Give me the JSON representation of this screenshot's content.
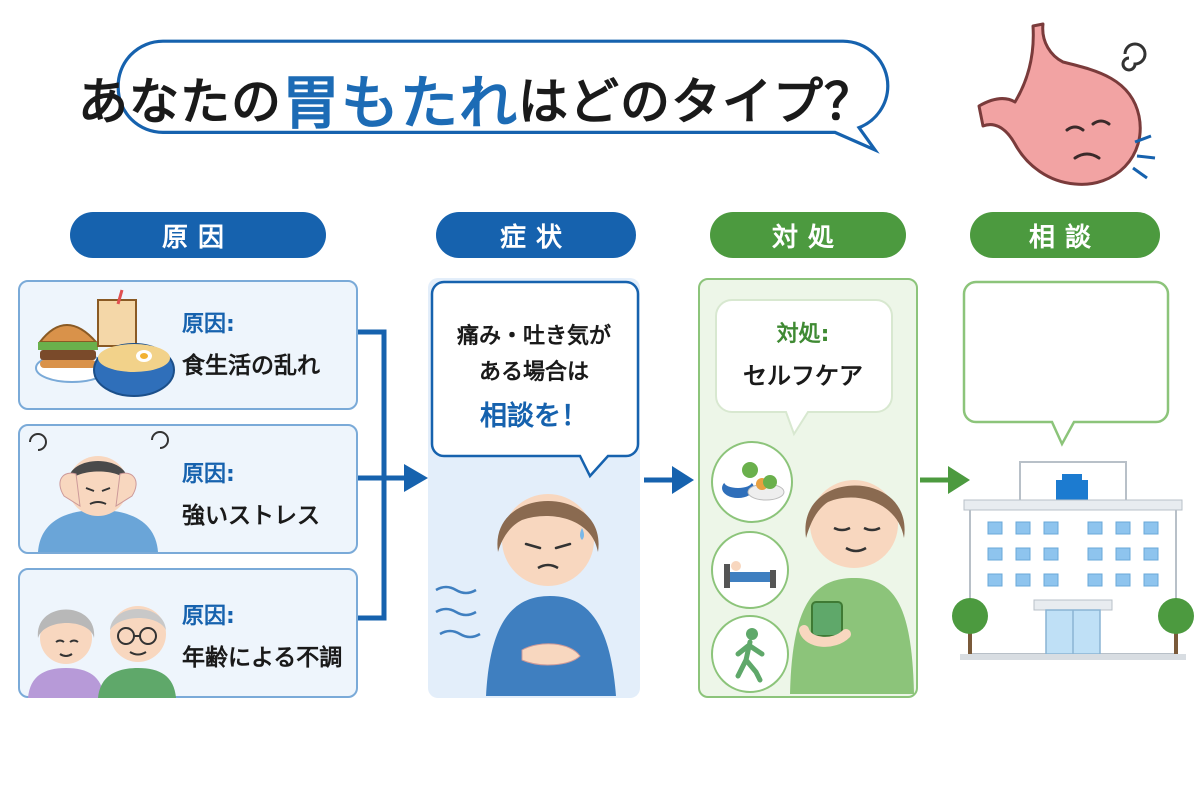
{
  "title": {
    "prefix": "あなたの",
    "highlight": "胃もたれ",
    "suffix": "はどのタイプ？"
  },
  "headers": {
    "cause": "原因",
    "symptom": "症状",
    "care": "対処",
    "consult": "相談"
  },
  "causes": [
    {
      "label": "原因:",
      "text": "食生活の乱れ"
    },
    {
      "label": "原因:",
      "text": "強いストレス"
    },
    {
      "label": "原因:",
      "text": "年齢による不調"
    }
  ],
  "symptom": {
    "line1": "痛み・吐き気が",
    "line2": "ある場合は",
    "emphasis": "相談を！"
  },
  "care": {
    "label": "対処:",
    "text": "セルフケア"
  },
  "consult": {
    "bubble_text": ""
  },
  "colors": {
    "blue": "#1662ae",
    "green": "#4c9a3f",
    "stomach": "#f2a3a3"
  }
}
